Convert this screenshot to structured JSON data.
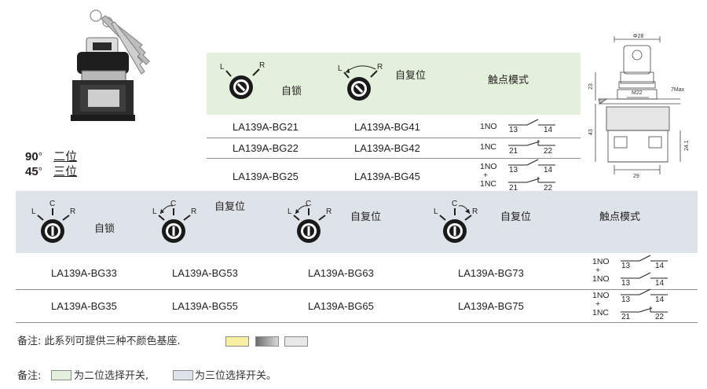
{
  "product_photo": {
    "icon": "key-selector-switch-photo"
  },
  "positions": {
    "two": {
      "num": "90",
      "deg": "°",
      "label": "二位"
    },
    "three": {
      "num": "45",
      "deg": "°",
      "label": "三位"
    }
  },
  "table2": {
    "symbol_letters": {
      "left": "L",
      "right": "R"
    },
    "headers": {
      "lock": "自锁",
      "reset": "自复位",
      "contact": "触点模式"
    },
    "rows": [
      {
        "lock": "LA139A-BG21",
        "reset": "LA139A-BG41",
        "contact": {
          "a": "1NO",
          "n1": "13",
          "n2": "14"
        }
      },
      {
        "lock": "LA139A-BG22",
        "reset": "LA139A-BG42",
        "contact": {
          "a": "1NC",
          "n1": "21",
          "n2": "22"
        }
      },
      {
        "lock": "LA139A-BG25",
        "reset": "LA139A-BG45",
        "contact": {
          "a": "1NO",
          "plus": "+",
          "b": "1NC",
          "n1": "13",
          "n2": "14",
          "n3": "21",
          "n4": "22"
        }
      }
    ]
  },
  "table3": {
    "symbol_letters": {
      "left": "L",
      "center": "C",
      "right": "R"
    },
    "headers": {
      "lock": "自锁",
      "reset1": "自复位",
      "reset2": "自复位",
      "reset3": "自复位",
      "contact": "触点模式"
    },
    "rows": [
      {
        "c1": "LA139A-BG33",
        "c2": "LA139A-BG53",
        "c3": "LA139A-BG63",
        "c4": "LA139A-BG73",
        "contact": {
          "a": "1NO",
          "plus": "+",
          "b": "1NO",
          "n1": "13",
          "n2": "14",
          "n3": "13",
          "n4": "14"
        }
      },
      {
        "c1": "LA139A-BG35",
        "c2": "LA139A-BG55",
        "c3": "LA139A-BG65",
        "c4": "LA139A-BG75",
        "contact": {
          "a": "1NO",
          "plus": "+",
          "b": "1NC",
          "n1": "13",
          "n2": "14",
          "n3": "21",
          "n4": "22"
        }
      }
    ]
  },
  "dimensions": {
    "d28": "Φ28",
    "m22": "M22",
    "max7": "7Max",
    "h23": "23",
    "h43": "43",
    "h24": "24.1",
    "w29": "29"
  },
  "notes": {
    "colors_label": "备注: 此系列可提供三种不颜色基座.",
    "swatches": [
      "#f6f0a0",
      "#909090",
      "#e8e8e8"
    ],
    "legend_prefix": "备注:",
    "legend_two": "为二位选择开关,",
    "legend_three": "为三位选择开关。",
    "legend_two_color": "#e3f0db",
    "legend_three_color": "#dde3e8"
  }
}
